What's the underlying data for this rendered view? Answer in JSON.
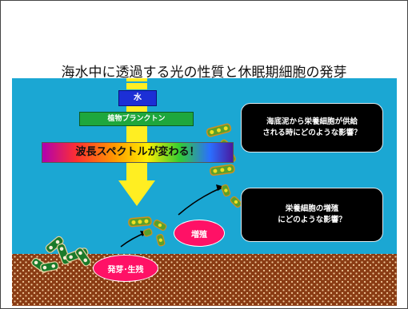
{
  "slide": {
    "title": "海水中に透過する光の性質と休眠期細胞の発芽",
    "labels": {
      "water": "水",
      "phytoplankton": "植物プランクトン",
      "spectrum": "波長スペクトルが変わる！"
    },
    "questions": {
      "sediment_supply_line1": "海底泥から栄養細胞が供給",
      "sediment_supply_line2": "される時にどのような影響？",
      "proliferation_line1": "栄養細胞の増殖",
      "proliferation_line2": "にどのような影響？"
    },
    "stages": {
      "germination": "発芽･生残",
      "growth": "増殖"
    }
  },
  "colors": {
    "sea": "#1ba7d3",
    "sediment": "#8a3c14",
    "sediment_dots": "#f0c89a",
    "light_arrow": "#ffee22",
    "water_box": "#1c2fd6",
    "plankton_box": "#1ea73c",
    "oval": "#ff1166",
    "question_box": "#000000"
  }
}
